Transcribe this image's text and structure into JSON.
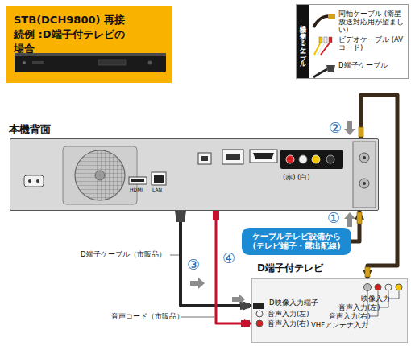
{
  "diagram": {
    "nodes": [
      {
        "text": [
          "STB(DCH9800) 再接続例 :D端子付テレビの場合"
        ]
      },
      {
        "text": [
          "本機背面"
        ]
      },
      {
        "text": [
          "ケーブルテレビ設備から (テレビ端子・露出配線)"
        ]
      },
      {
        "text": [
          "D端子付テレビ"
        ]
      }
    ],
    "edges": [
      {
        "from": 2,
        "to": 1,
        "arrow": "to",
        "label": "①"
      },
      {
        "from": 1,
        "to": 3,
        "arrow": "to",
        "label": "②"
      },
      {
        "from": 1,
        "to": 3,
        "arrow": "to",
        "label": "③"
      },
      {
        "from": 1,
        "to": 3,
        "arrow": "to",
        "label": "④"
      }
    ],
    "labels": [
      "接続に使用するケーブル",
      "HDMI",
      "LAN",
      "(赤)",
      "(白)",
      "D端子ケーブル（市販品）",
      "D映像入力端子",
      "映像入力",
      "音声入力(左)",
      "音声入力(右)",
      "VHFアンテナ入力",
      "音声入力(左)",
      "音声入力(右)",
      "音声コード（市販品）"
    ],
    "legend": [
      {
        "text": "同軸ケーブル (衛星放送対応用が望ましい)"
      },
      {
        "text": "ビデオケーブル (AVコード)"
      },
      {
        "text": "D端子ケーブル"
      }
    ]
  }
}
